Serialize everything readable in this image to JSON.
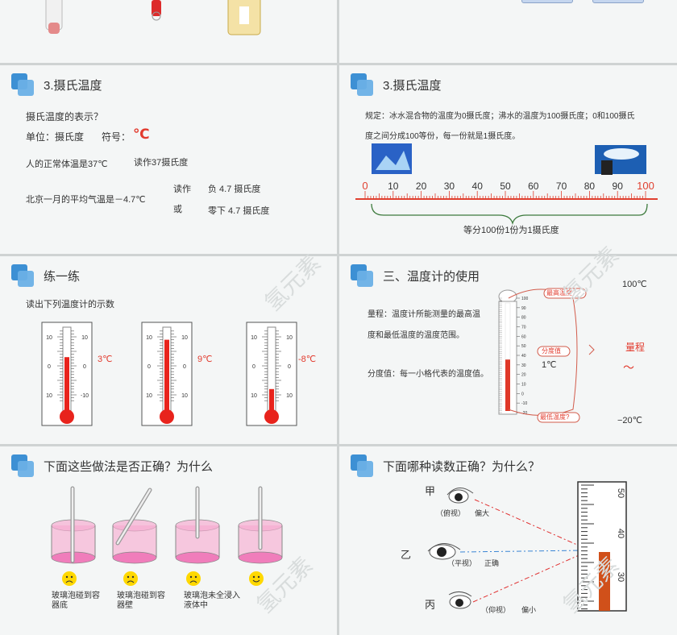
{
  "panel_r1_left": {
    "title": "3.摄氏温度",
    "question": "摄氏温度的表示？",
    "unit_label": "单位：摄氏度",
    "symbol_label": "符号：",
    "symbol": "℃",
    "body_temp": "人的正常体温是37℃",
    "body_temp_read": "读作37摄氏度",
    "beijing": "北京一月的平均气温是－4.7℃",
    "read_as": "读作",
    "or": "或",
    "reading1": "负 4.7 摄氏度",
    "reading2": "零下 4.7 摄氏度"
  },
  "panel_r1_right": {
    "title": "3.摄氏温度",
    "rule_line1": "规定：冰水混合物的温度为0摄氏度；沸水的温度为100摄氏度；0和100摄氏",
    "rule_line2": "度之间分成100等份，每一份就是1摄氏度。",
    "scale_labels": [
      "0",
      "10",
      "20",
      "30",
      "40",
      "50",
      "60",
      "70",
      "80",
      "90",
      "100"
    ],
    "brace_label": "等分100份1份为1摄氏度"
  },
  "panel_r2_left": {
    "title": "练一练",
    "instruction": "读出下列温度计的示数",
    "thermos": [
      {
        "scale": [
          "10",
          "0",
          "10"
        ],
        "side": [
          "10",
          "0",
          "-10"
        ],
        "reading": "3℃",
        "value": 3
      },
      {
        "scale": [
          "10",
          "0",
          "10"
        ],
        "side": [
          "10",
          "0",
          "10"
        ],
        "reading": "9℃",
        "value": 9
      },
      {
        "scale": [
          "10",
          "0",
          "10"
        ],
        "side": [
          "10",
          "0",
          "10"
        ],
        "reading": "-8℃",
        "value": -8
      }
    ]
  },
  "panel_r2_right": {
    "title": "三、温度计的使用",
    "range_text_1": "量程：温度计所能测量的最高温",
    "range_text_2": "度和最低温度的温度范围。",
    "division_text": "分度值：每一小格代表的温度值。",
    "callout_max": "最高温度?",
    "callout_div": "分度值",
    "callout_min": "最低温度?",
    "division_value": "1℃",
    "max_value": "100℃",
    "min_value": "−20℃",
    "range_label": "量程",
    "tilde": "～",
    "scale": [
      "100",
      "90",
      "80",
      "70",
      "60",
      "50",
      "40",
      "30",
      "20",
      "10",
      "0",
      "-10",
      "-20"
    ]
  },
  "panel_r3_left": {
    "title": "下面这些做法是否正确？为什么",
    "captions": [
      {
        "line1": "玻璃泡碰到容",
        "line2": "器底"
      },
      {
        "line1": "玻璃泡碰到容",
        "line2": "器壁"
      },
      {
        "line1": "玻璃泡未全浸入",
        "line2": "液体中"
      },
      {
        "line1": "",
        "line2": ""
      }
    ]
  },
  "panel_r3_right": {
    "title": "下面哪种读数正确？为什么？",
    "jia": "甲",
    "yi": "乙",
    "bing": "丙",
    "jia_view": "（俯视）",
    "jia_result": "偏大",
    "yi_view": "（平视）",
    "yi_result": "正确",
    "bing_view": "（仰视）",
    "bing_result": "偏小",
    "scale": [
      "50",
      "40",
      "30"
    ]
  },
  "watermark": "氢元素",
  "colors": {
    "accent_blue": "#3d90d4",
    "red": "#e23b2e",
    "liquid": "#d0501a",
    "brace": "#3c7a3c"
  }
}
